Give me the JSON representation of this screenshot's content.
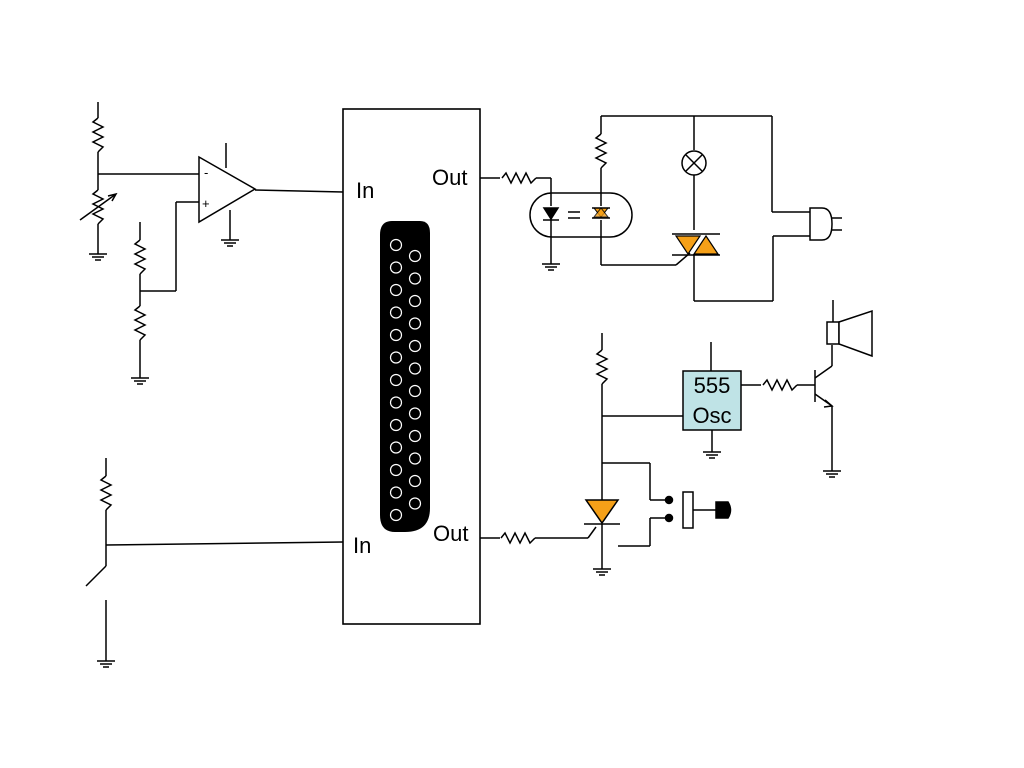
{
  "labels": {
    "in_top": "In",
    "in_bottom": "In",
    "out_top": "Out",
    "out_bottom": "Out",
    "osc_line1": "555",
    "osc_line2": "Osc",
    "opamp_minus": "-",
    "opamp_plus": "+"
  },
  "colors": {
    "line": "#000000",
    "triac": "#f5a018",
    "osc_fill": "#bfe3e6",
    "connector": "#000000"
  },
  "icons": [
    "resistor-icon",
    "potentiometer-icon",
    "ground-icon",
    "opamp-icon",
    "db25-connector-icon",
    "optocoupler-icon",
    "triac-icon",
    "lamp-icon",
    "plug-icon",
    "speaker-icon",
    "transistor-icon",
    "scr-icon",
    "switch-icon",
    "solenoid-icon"
  ]
}
